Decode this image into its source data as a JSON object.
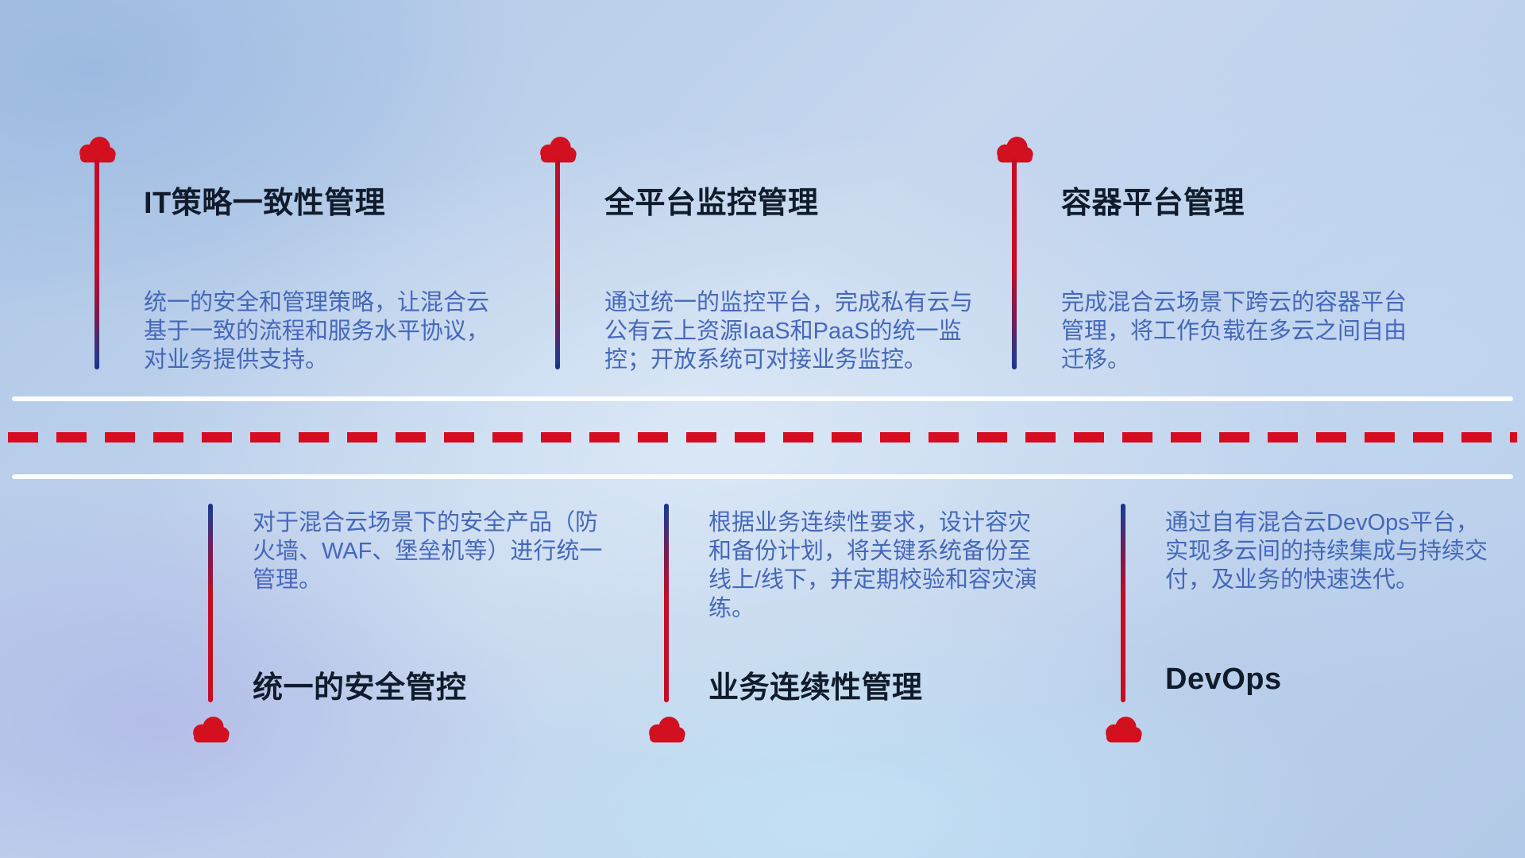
{
  "palette": {
    "red": "#d2101f",
    "dash-red": "#d40d22",
    "stem-blue": "#21398f",
    "title-color": "#101c2c",
    "desc-color": "#4668ba",
    "line-white": "#ffffff"
  },
  "top_items": [
    {
      "title": "IT策略一致性管理",
      "description": "统一的安全和管理策略，让混合云基于一致的流程和服务水平协议，对业务提供支持。"
    },
    {
      "title": "全平台监控管理",
      "description": "通过统一的监控平台，完成私有云与公有云上资源IaaS和PaaS的统一监控；开放系统可对接业务监控。"
    },
    {
      "title": "容器平台管理",
      "description": "完成混合云场景下跨云的容器平台管理，将工作负载在多云之间自由迁移。"
    }
  ],
  "bottom_items": [
    {
      "title": "统一的安全管控",
      "description": "对于混合云场景下的安全产品（防火墙、WAF、堡垒机等）进行统一管理。"
    },
    {
      "title": "业务连续性管理",
      "description": "根据业务连续性要求，设计容灾和备份计划，将关键系统备份至线上/线下，并定期校验和容灾演练。"
    },
    {
      "title": "DevOps",
      "description": "通过自有混合云DevOps平台，实现多云间的持续集成与持续交付，及业务的快速迭代。"
    }
  ]
}
